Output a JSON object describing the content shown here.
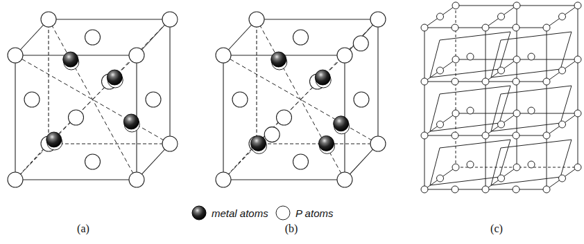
{
  "diagram": {
    "labels": [
      "(a)",
      "(b)",
      "(c)"
    ],
    "legend": [
      {
        "text": "metal atoms"
      },
      {
        "text": "P atoms"
      }
    ]
  }
}
